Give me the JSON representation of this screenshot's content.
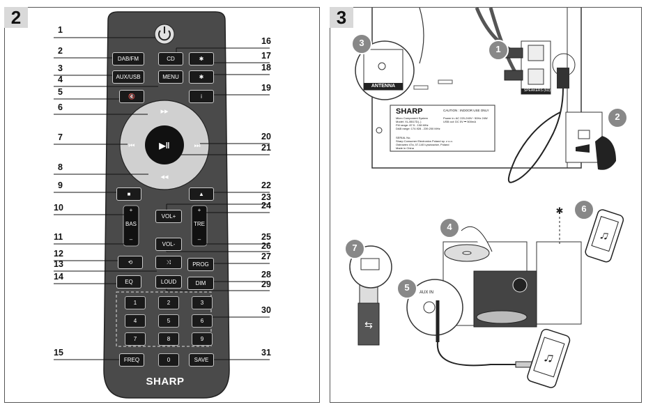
{
  "panels": {
    "left_number": "2",
    "right_number": "3"
  },
  "remote": {
    "buttons": {
      "dab_fm": "DAB/FM",
      "cd": "CD",
      "aux_usb": "AUX/USB",
      "menu": "MENU",
      "bas": "BAS",
      "tre": "TRE",
      "vol_plus": "VOL+",
      "vol_minus": "VOL-",
      "prog": "PROG",
      "eq": "EQ",
      "loud": "LOUD",
      "dim": "DIM",
      "freq": "FREQ",
      "save": "SAVE",
      "plus": "+",
      "minus": "–",
      "info": "i"
    },
    "digits": [
      "1",
      "2",
      "3",
      "4",
      "5",
      "6",
      "7",
      "8",
      "9",
      "0"
    ],
    "brand": "SHARP"
  },
  "callouts": {
    "left": [
      "1",
      "2",
      "3",
      "4",
      "5",
      "6",
      "7",
      "8",
      "9",
      "10",
      "11",
      "12",
      "13",
      "14",
      "15"
    ],
    "right": [
      "16",
      "17",
      "18",
      "19",
      "20",
      "21",
      "22",
      "23",
      "24",
      "25",
      "26",
      "27",
      "28",
      "29",
      "30",
      "31"
    ]
  },
  "setup": {
    "step_badges": [
      "3",
      "1",
      "2",
      "4",
      "6",
      "7",
      "5"
    ],
    "antenna_label": "ANTENNA",
    "speakers_label": "SPEAKERS (6Ω)",
    "brand": "SHARP",
    "caution": "CAUTION : INDOOR USE ONLY",
    "rating_lines": [
      "Micro Component System",
      "Model: XL-B517D(..)",
      "FM range: 87.5 - 108 MHz",
      "DAB range: 174.928 - 239.200 MHz"
    ],
    "power_lines": [
      "Power in: AC 220-240V~ 50Hz 24W",
      "USB out: DC 5V ⎓ 500mA"
    ],
    "serial_lines": [
      "SERIAL No.",
      "Sharp Consumer Electronics Poland sp. z o.o.",
      "Ostrowiec 47a, 07-140 Łyszkowice, Poland",
      "Made in China"
    ],
    "aux_in_label": "AUX IN"
  }
}
